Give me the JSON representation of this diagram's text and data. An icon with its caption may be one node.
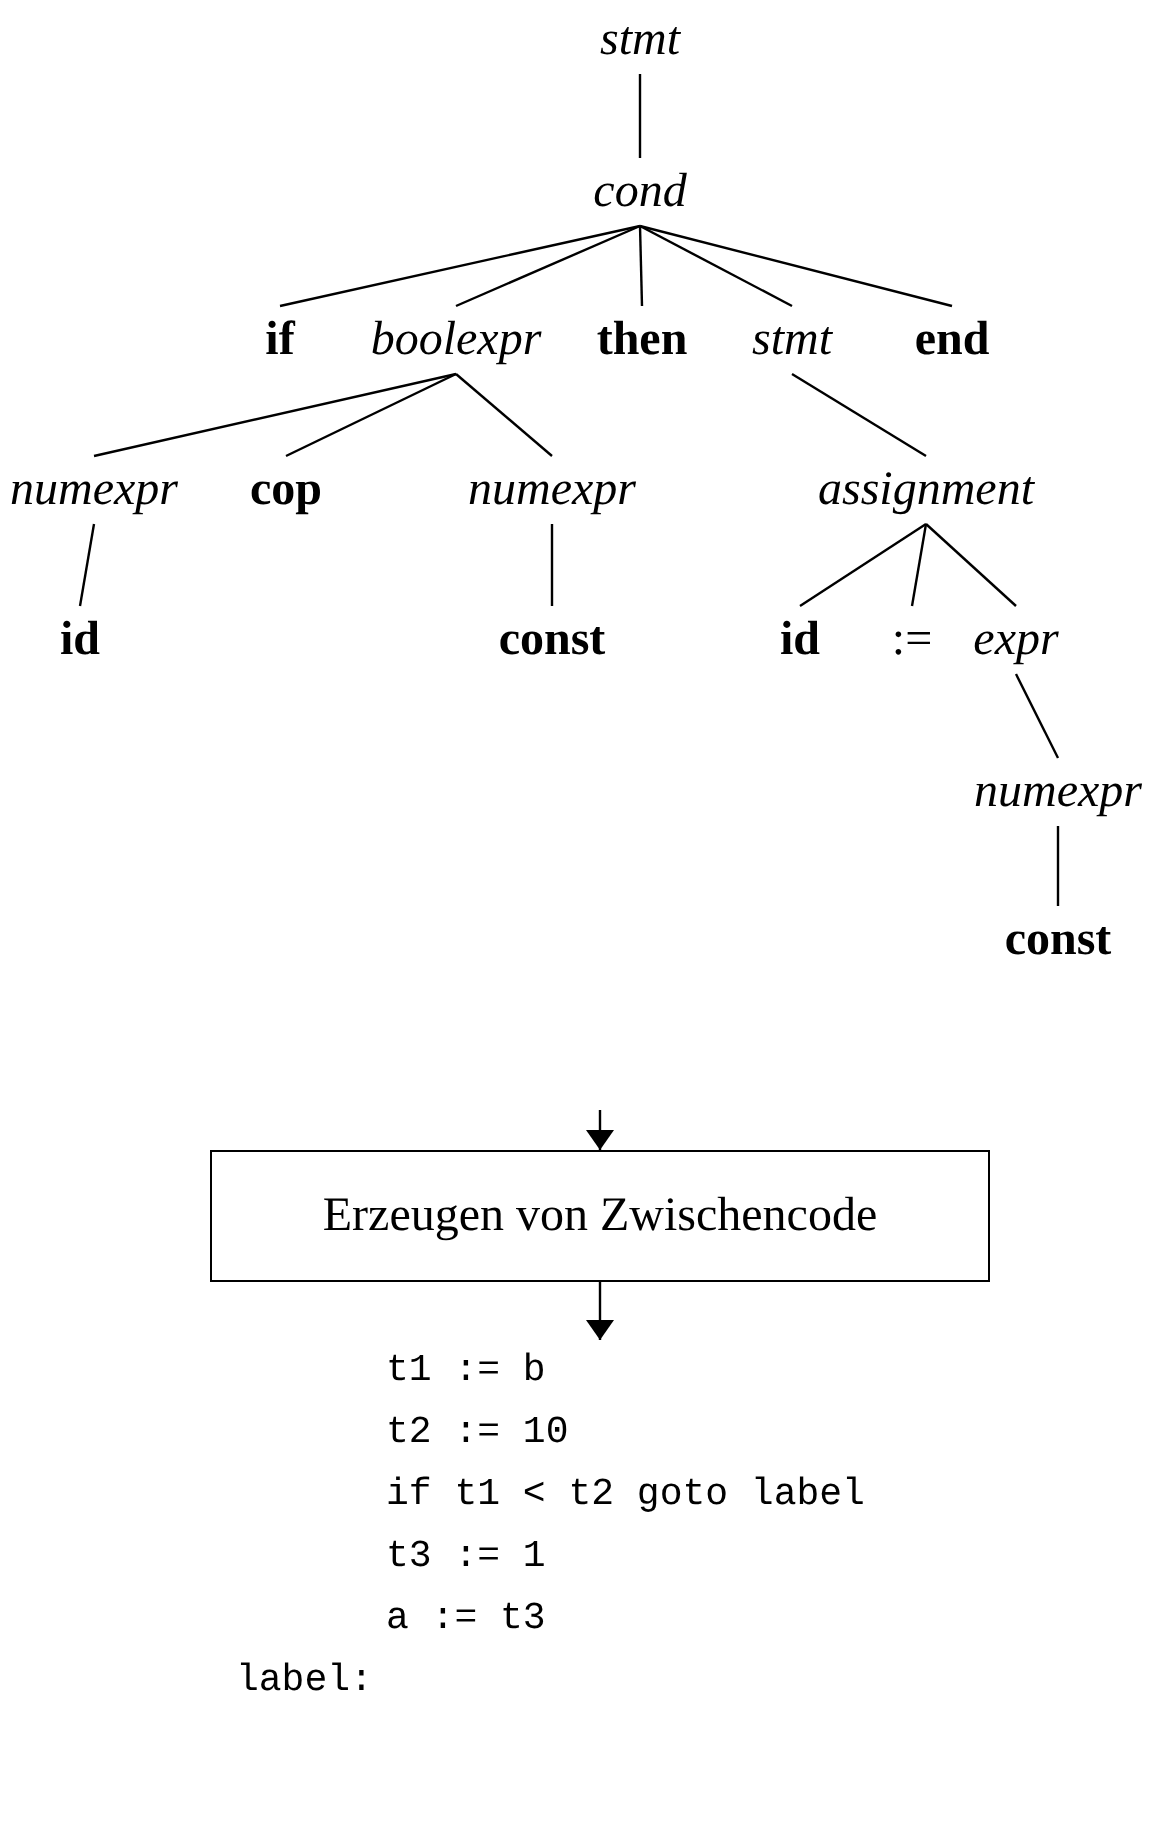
{
  "diagram": {
    "nodes": [
      {
        "text": [
          "stmt"
        ]
      },
      {
        "text": [
          "cond"
        ]
      },
      {
        "text": [
          "if"
        ]
      },
      {
        "text": [
          "boolexpr"
        ]
      },
      {
        "text": [
          "then"
        ]
      },
      {
        "text": [
          "stmt"
        ]
      },
      {
        "text": [
          "end"
        ]
      },
      {
        "text": [
          "numexpr"
        ]
      },
      {
        "text": [
          "cop"
        ]
      },
      {
        "text": [
          "numexpr"
        ]
      },
      {
        "text": [
          "assignment"
        ]
      },
      {
        "text": [
          "id"
        ]
      },
      {
        "text": [
          "const"
        ]
      },
      {
        "text": [
          "id"
        ]
      },
      {
        "text": [
          ":="
        ]
      },
      {
        "text": [
          "expr"
        ]
      },
      {
        "text": [
          "numexpr"
        ]
      },
      {
        "text": [
          "const"
        ]
      },
      {
        "text": [
          "Erzeugen von Zwischencode"
        ]
      },
      {
        "text": [
          "t1 := b",
          "t2 := 10",
          "if t1 < t2 goto label",
          "t3 := 1",
          "a := t3",
          "label:"
        ]
      }
    ],
    "edges": [
      {
        "from": 0,
        "to": 1,
        "arrow": "none"
      },
      {
        "from": 1,
        "to": 2,
        "arrow": "none"
      },
      {
        "from": 1,
        "to": 3,
        "arrow": "none"
      },
      {
        "from": 1,
        "to": 4,
        "arrow": "none"
      },
      {
        "from": 1,
        "to": 5,
        "arrow": "none"
      },
      {
        "from": 1,
        "to": 6,
        "arrow": "none"
      },
      {
        "from": 3,
        "to": 7,
        "arrow": "none"
      },
      {
        "from": 3,
        "to": 8,
        "arrow": "none"
      },
      {
        "from": 3,
        "to": 9,
        "arrow": "none"
      },
      {
        "from": 5,
        "to": 10,
        "arrow": "none"
      },
      {
        "from": 7,
        "to": 11,
        "arrow": "none"
      },
      {
        "from": 9,
        "to": 12,
        "arrow": "none"
      },
      {
        "from": 10,
        "to": 13,
        "arrow": "none"
      },
      {
        "from": 10,
        "to": 14,
        "arrow": "none"
      },
      {
        "from": 10,
        "to": 15,
        "arrow": "none"
      },
      {
        "from": 15,
        "to": 16,
        "arrow": "none"
      },
      {
        "from": 16,
        "to": 17,
        "arrow": "none"
      },
      {
        "from": null,
        "to": 18,
        "arrow": "to"
      },
      {
        "from": 18,
        "to": 19,
        "arrow": "to"
      }
    ]
  }
}
